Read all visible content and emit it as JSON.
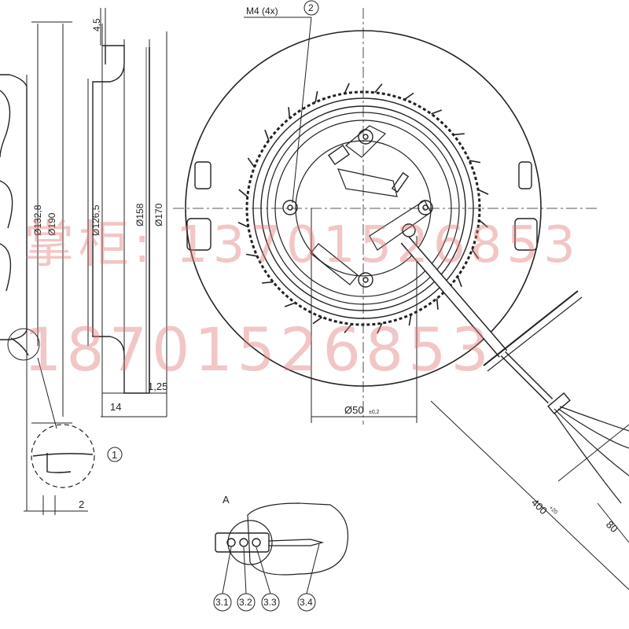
{
  "drawing": {
    "side_view": {
      "dims_vertical": [
        "Ø132,8",
        "Ø190",
        "Ø126,5",
        "Ø158",
        "Ø170",
        "4,5"
      ],
      "dims_horizontal": [
        "14",
        "1,25",
        "2"
      ],
      "detail_callout": "1"
    },
    "front_view": {
      "mount_label": "M4 (4x)",
      "mount_callout": "2",
      "hub_diameter": "Ø50",
      "hub_tolerance": "±0,2",
      "cable_length": "400",
      "cable_length_tol": "+20",
      "lead_length": "80"
    },
    "connector_detail": {
      "title": "A",
      "pins": [
        "3.1",
        "3.2",
        "3.3",
        "3.4"
      ]
    }
  },
  "watermark": {
    "line1": "掌柜: 13701526853",
    "line2": "18701526853"
  },
  "colors": {
    "line": "#222222",
    "watermark": "#e07878"
  }
}
